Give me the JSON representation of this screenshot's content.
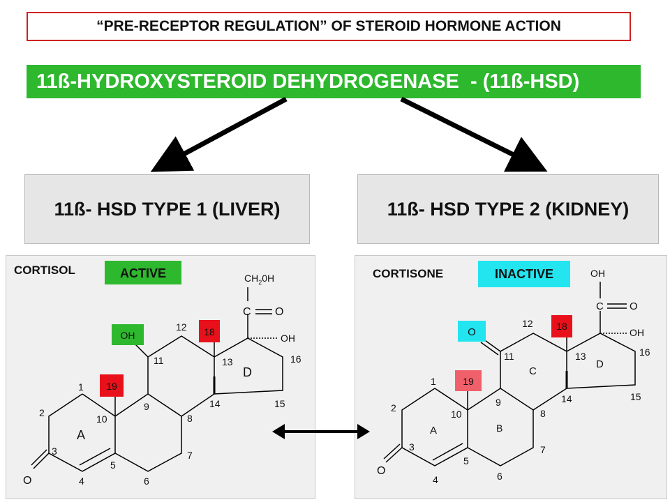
{
  "title": "“PRE-RECEPTOR REGULATION” OF STEROID HORMONE ACTION",
  "enzyme": "11ß-HYDROXYSTEROID DEHYDROGENASE  - (11ß-HSD)",
  "type1": "11ß- HSD TYPE 1 (LIVER)",
  "type2": "11ß- HSD TYPE 2 (KIDNEY)",
  "colors": {
    "green": "#2eb82e",
    "red": "#e8101a",
    "cyan": "#22e5ef",
    "salmon": "#f0606a"
  },
  "cortisol": {
    "name": "CORTISOL",
    "status": "ACTIVE",
    "oh_label": "OH",
    "c18": "18",
    "c19": "19",
    "side_chain": {
      "ch2": "CH",
      "sub": "2",
      "oh": "0H",
      "c": "C",
      "o": "O",
      "oh17": "OH"
    },
    "ring_a": "A",
    "ring_d": "D",
    "ketone_o": "O",
    "numbers": [
      "1",
      "2",
      "3",
      "4",
      "5",
      "6",
      "7",
      "8",
      "9",
      "10",
      "11",
      "12",
      "13",
      "14",
      "15",
      "16"
    ]
  },
  "cortisone": {
    "name": "CORTISONE",
    "status": "INACTIVE",
    "o_label": "O",
    "c18": "18",
    "c19": "19",
    "side_chain": {
      "oh_top": "OH",
      "c": "C",
      "o": "O",
      "oh17": "OH"
    },
    "ring_a": "A",
    "ring_b": "B",
    "ring_c": "C",
    "ring_d": "D",
    "ketone_o": "O",
    "numbers": [
      "1",
      "2",
      "3",
      "4",
      "5",
      "6",
      "7",
      "8",
      "9",
      "10",
      "11",
      "12",
      "13",
      "14",
      "15",
      "16"
    ]
  }
}
